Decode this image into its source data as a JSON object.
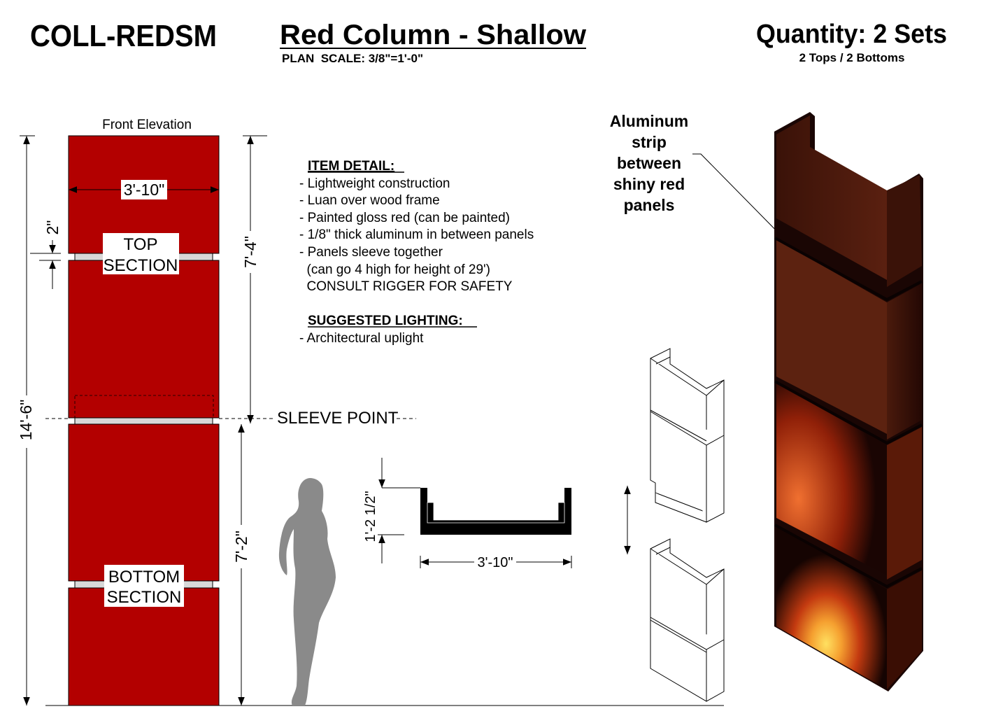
{
  "header": {
    "code": "COLL-REDSM",
    "title": "Red Column - Shallow",
    "scale": "PLAN  SCALE: 3/8\"=1'-0\"",
    "quantity": "Quantity: 2 Sets",
    "quantity_detail": "2 Tops / 2 Bottoms"
  },
  "elevation": {
    "label": "Front Elevation",
    "width_dim": "3'-10\"",
    "gap_dim": "2\"",
    "total_height_dim": "14'-6\"",
    "top_height_dim": "7'-4\"",
    "bottom_height_dim": "7'-2\"",
    "top_section": [
      "TOP",
      "SECTION"
    ],
    "bottom_section": [
      "BOTTOM",
      "SECTION"
    ],
    "sleeve_point": "SLEEVE POINT",
    "panel_color": "#b30000"
  },
  "item_detail": {
    "heading": "ITEM DETAIL:",
    "lines": [
      "- Lightweight construction",
      "- Luan over wood frame",
      "- Painted gloss red (can be painted)",
      "- 1/8\" thick aluminum in between panels",
      "- Panels sleeve together",
      "  (can go 4 high for height of 29')",
      "  CONSULT RIGGER FOR SAFETY"
    ],
    "lighting_heading": "SUGGESTED LIGHTING:",
    "lighting_lines": [
      "- Architectural uplight"
    ]
  },
  "plan": {
    "depth_dim": "1'-2 1/2\"",
    "width_dim": "3'-10\""
  },
  "callout": {
    "lines": [
      "Aluminum",
      "strip",
      "between",
      "shiny red",
      "panels"
    ]
  }
}
